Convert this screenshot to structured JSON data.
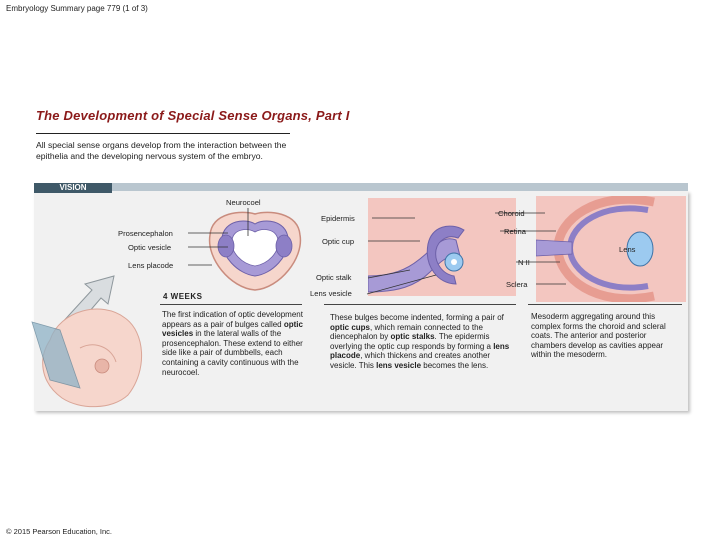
{
  "header": {
    "text": "Embryology Summary page 779 (1 of 3)"
  },
  "title": "The Development of Special Sense Organs, Part I",
  "intro": "All special sense organs develop from the interaction between the epithelia and the developing nervous system of the embryo.",
  "section_tab": "VISION",
  "labels": {
    "neurocoel": "Neurocoel",
    "prosencephalon": "Prosencephalon",
    "optic_vesicle": "Optic vesicle",
    "lens_placode": "Lens placode",
    "epidermis": "Epidermis",
    "optic_cup": "Optic cup",
    "optic_stalk": "Optic stalk",
    "lens_vesicle": "Lens vesicle",
    "choroid": "Choroid",
    "retina": "Retina",
    "lens": "Lens",
    "cn_ii": "N II",
    "sclera": "Sclera"
  },
  "weeks_label": "4 WEEKS",
  "captions": {
    "first": {
      "pre": "The first indication of optic development appears as a pair of bulges called ",
      "term": "optic vesicles",
      "post": " in the lateral walls of the prosencephalon. These extend to either side like a pair of dumbbells, each containing a cavity continuous with the neurocoel."
    },
    "second": {
      "p1": "These bulges become indented, forming a pair of ",
      "t1": "optic cups",
      "p2": ", which remain connected to the diencephalon by ",
      "t2": "optic stalks",
      "p3": ". The epidermis overlying the optic cup responds by forming a ",
      "t3": "lens placode",
      "p4": ", which thickens and creates another vesicle. This ",
      "t4": "lens vesicle",
      "p5": " becomes the lens."
    },
    "third": "Mesoderm aggregating around this complex forms the choroid and scleral coats. The anterior and posterior chambers develop as cavities appear within the mesoderm."
  },
  "copyright": "© 2015 Pearson Education, Inc.",
  "colors": {
    "title": "#8b1a1a",
    "tab": "#3f5968",
    "band": "#b9c6cf",
    "tissue_pink": "#f3c6c0",
    "neural_purple": "#a79ad6",
    "lens_blue": "#9ccaf0",
    "embryo_skin": "#f6d6cc",
    "arrow_gray": "#d9dde0"
  }
}
